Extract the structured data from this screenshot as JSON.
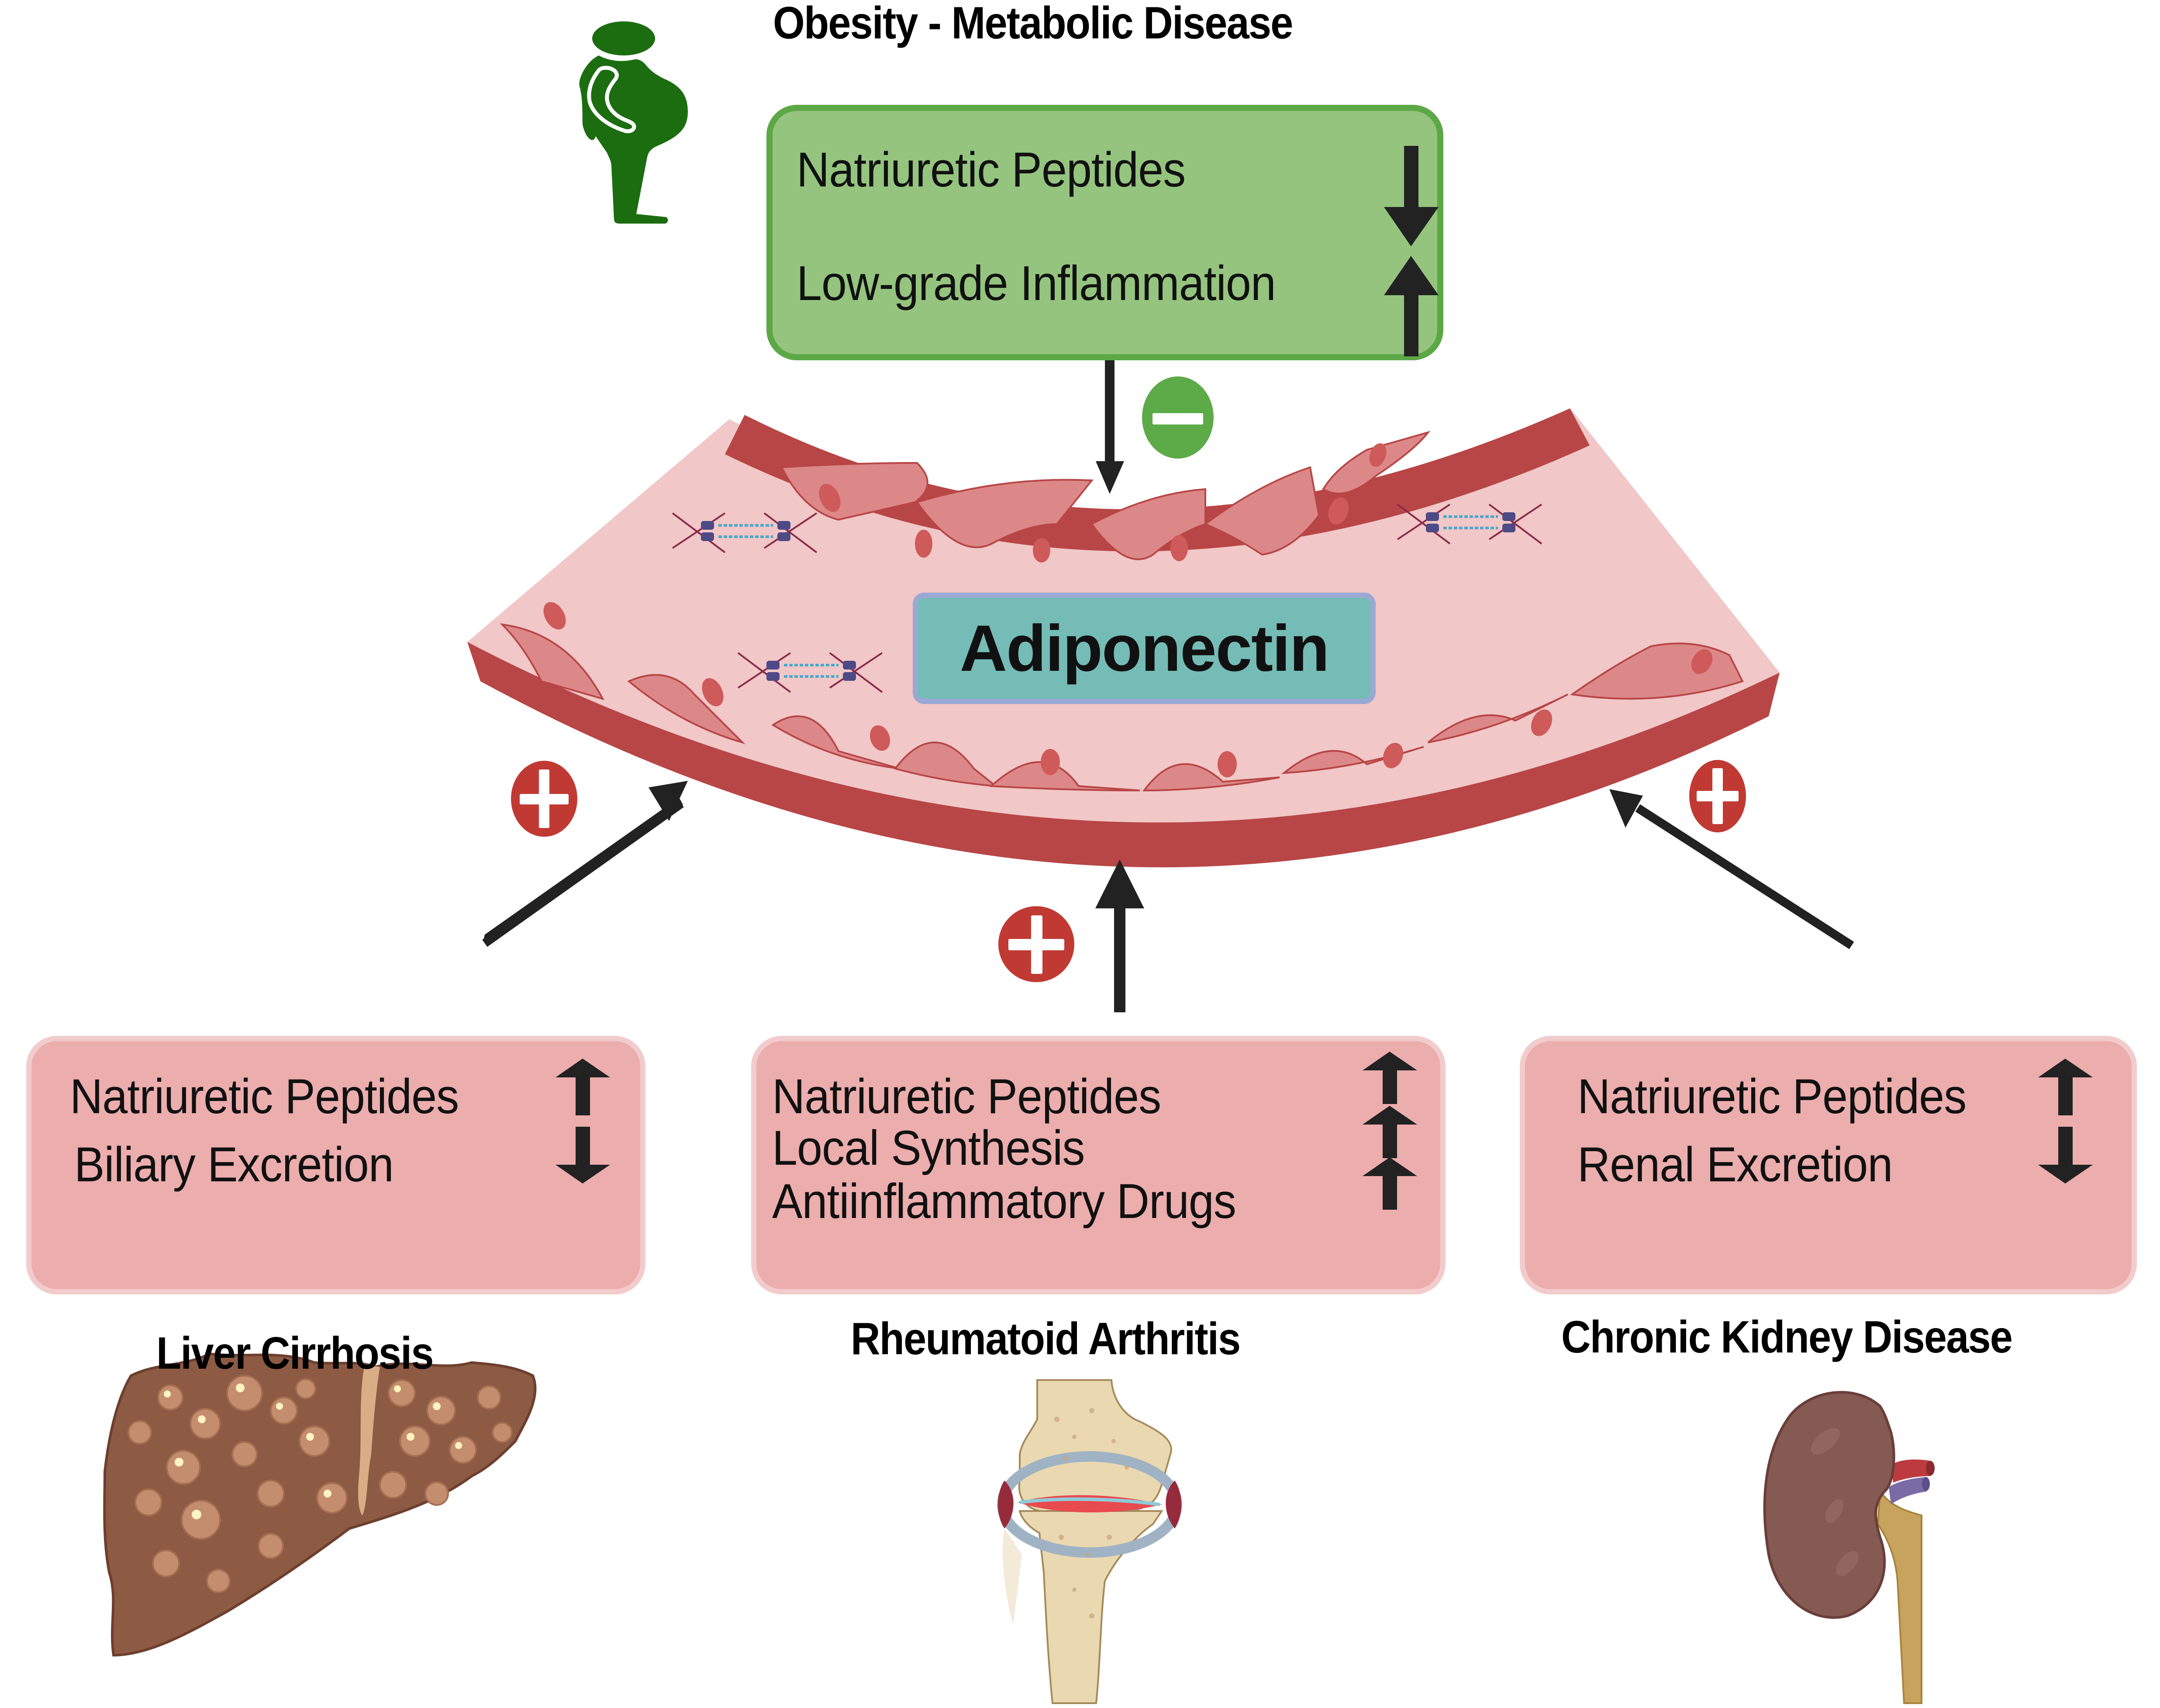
{
  "title": "Obesity - Metabolic Disease",
  "central_label": "Adiponectin",
  "colors": {
    "green_box_fill": "#95c47e",
    "green_box_border": "#5ca846",
    "pink_box_fill": "#ecadad",
    "pink_box_border": "#f2cccc",
    "adiponectin_fill": "#74bcb5",
    "adiponectin_border": "#99a9d4",
    "vessel_wall": "#b84646",
    "vessel_lumen": "#f1c7c7",
    "endothelial_cell": "#dd8888",
    "nucleus": "#cf5a5a",
    "arrow": "#222222",
    "plus_badge": "#c03a33",
    "minus_badge": "#5dab48",
    "obese_figure": "#1b6d10"
  },
  "obesity_box": {
    "items": [
      {
        "label": "Natriuretic Peptides",
        "direction": "down"
      },
      {
        "label": "Low-grade Inflammation",
        "direction": "up"
      }
    ],
    "effect": "negative",
    "effect_icon": "minus-badge-icon"
  },
  "conditions": [
    {
      "name": "Liver Cirrhosis",
      "icon": "liver-icon",
      "effect": "positive",
      "items": [
        {
          "label": "Natriuretic Peptides",
          "direction": "up"
        },
        {
          "label": "Biliary Excretion",
          "direction": "down"
        }
      ]
    },
    {
      "name": "Rheumatoid Arthritis",
      "icon": "joint-icon",
      "effect": "positive",
      "items": [
        {
          "label": "Natriuretic Peptides",
          "direction": "up"
        },
        {
          "label": "Local Synthesis",
          "direction": "up"
        },
        {
          "label": "Antiinflammatory Drugs",
          "direction": "up"
        }
      ]
    },
    {
      "name": "Chronic Kidney Disease",
      "icon": "kidney-icon",
      "effect": "positive",
      "items": [
        {
          "label": "Natriuretic Peptides",
          "direction": "up"
        },
        {
          "label": "Renal Excretion",
          "direction": "down"
        }
      ]
    }
  ]
}
